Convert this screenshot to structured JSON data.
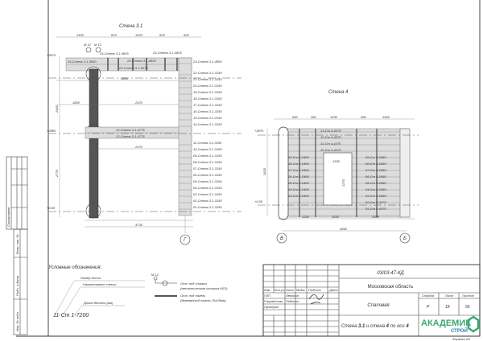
{
  "sheet": {
    "code": "03/03-47-КД",
    "region": "Московская область",
    "object": "Спаловая",
    "sheet_title_pre": "Стена ",
    "sheet_title_a": "3.1",
    "sheet_title_mid": " и стена ",
    "sheet_title_b": "4",
    "sheet_title_post": " по оси ",
    "sheet_title_c": "4",
    "stage_header": "Стадия",
    "sheet_header": "Лист",
    "sheets_header": "Листов",
    "stage": "Р",
    "sheet_no": "18",
    "sheets_total": "56",
    "format": "Формат А3",
    "logo_line1": "АКАДЕМИК",
    "logo_line2": "СТРОЙ",
    "columns": [
      "Изм.",
      "Кол.уч.",
      "Лист",
      "№док.",
      "Подпись",
      "Дата"
    ],
    "roles": [
      {
        "role": "ГИП",
        "name": "Лемохин"
      },
      {
        "role": "Разработал",
        "name": "Рябинин"
      },
      {
        "role": "Проверил",
        "name": ""
      }
    ],
    "side_stamp": [
      "Согласовано",
      "Взам. инв. №",
      "Подп. и дата",
      "Инв. № подл."
    ]
  },
  "legend": {
    "title": "Условные обозначения:",
    "line_number": "Номер Линии",
    "wall_name": "Наименование стены",
    "part_length": "Длина детали (мм)",
    "example": "11-Ст 1-7200",
    "bolt_mark": "М 12",
    "bolt_desc1": "Отв. под стяжки",
    "bolt_desc2": "(металлическая шпилька М12)",
    "dowel_desc1": "Отв. под нагель",
    "dowel_desc2": "(деревянный нагель 25х25мм)"
  },
  "wall31": {
    "title": "Стена 3.1",
    "axis": "Г",
    "top_labels": [
      "24-Стена 3.1-5890",
      "24-Стена 3.1-4825",
      "24-Стена 3.1-4825",
      "24-Стена 3.1-4825",
      "23-Стена 3.1-5075"
    ],
    "right_labels": [
      "24-Стена 3.1-4850",
      "22-Стена 3.1-3150",
      "21-Стена 3.1-3150",
      "20-Стена 3.1-3150",
      "19-Стена 3.1-3150",
      "18-Стена 3.1-3150",
      "17-Стена 3.1-3150",
      "16-Стена 3.1-3150",
      "15-Стена 3.1-3150",
      "14-Стена 3.1-3150",
      "11-Стена 3.1-3150",
      "10-Стена 3.1-3150",
      "09-Стена 3.1-3150",
      "08-Стена 3.1-3150",
      "07-Стена 3.1-3150",
      "06-Стена 3.1-3150",
      "05-Стена 3.1-3150",
      "04-Стена 3.1-3150",
      "03-Стена 3.1-3150",
      "02-Стена 3.1-3150",
      "01-Стена 3.1-3150"
    ],
    "mid_labels": [
      "13-Стена 3.1-4775",
      "12-Стена 3.1-4775"
    ],
    "dims_top": [
      "1450",
      "825",
      "1025",
      "825",
      "600"
    ],
    "dims_mid": [
      "3860",
      "2470"
    ],
    "dims_bottom": "4735",
    "dims_left": [
      "2420",
      "2770"
    ],
    "bolts": [
      "М 12",
      "М 12",
      "М 12",
      "М 12"
    ],
    "levels": [
      "+3670",
      "+2880",
      "+0.00"
    ]
  },
  "wall4": {
    "title": "Стена 4",
    "axis_left": "В",
    "axis_right": "Б",
    "top_labels": [
      "13-Ст 4-4370",
      "12-Ст 4-4370",
      "11-Ст 4-4370",
      "10-Ст 4-4370"
    ],
    "left_labels": [
      "29-Ст 4-1900",
      "28-Ст 4-1900",
      "27-Ст 4-1900",
      "26-Ст 4-1900",
      "25-Ст 4-1900",
      "24-Ст 4-1900",
      "23-Ст 4-1900"
    ],
    "right_labels": [
      "09-Ст 4-2660",
      "08-Ст 4-2660",
      "07-Ст 4-2660",
      "06-Ст 4-2660",
      "05-Ст 4-2660",
      "04-Ст 4-2660",
      "03-Ст 4-2660",
      "02-Ст 4-4370",
      "01-Ст 4-4370"
    ],
    "dims_top": [
      "580",
      "380",
      "1530",
      "580",
      "1500"
    ],
    "dims_bottom": [
      "1320",
      "1530",
      "2200"
    ],
    "dim_total": "4860",
    "opening_w": "1530",
    "opening_h": "2270",
    "height": "2620",
    "levels": [
      "+2870",
      "+0.00"
    ]
  }
}
